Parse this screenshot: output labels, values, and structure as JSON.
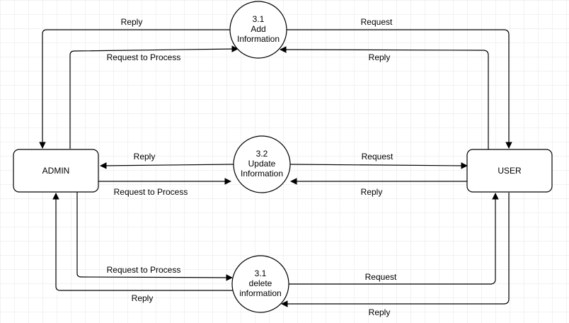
{
  "entities": {
    "admin": "ADMIN",
    "user": "USER"
  },
  "processes": {
    "add": [
      "3.1",
      "Add",
      "Information"
    ],
    "update": [
      "3.2",
      "Update",
      "Information"
    ],
    "delete": [
      "3.1",
      "delete",
      "information"
    ]
  },
  "flows": {
    "add_admin_reply": "Reply",
    "add_admin_request": "Request to Process",
    "add_user_request": "Request",
    "add_user_reply": "Reply",
    "update_admin_reply": "Reply",
    "update_admin_request": "Request to Process",
    "update_user_request": "Request",
    "update_user_reply": "Reply",
    "delete_admin_request": "Request to Process",
    "delete_admin_reply": "Reply",
    "delete_user_request": "Request",
    "delete_user_reply": "Reply"
  },
  "colors": {
    "line": "#000000",
    "grid": "#e6e6e6",
    "background": "#ffffff"
  }
}
